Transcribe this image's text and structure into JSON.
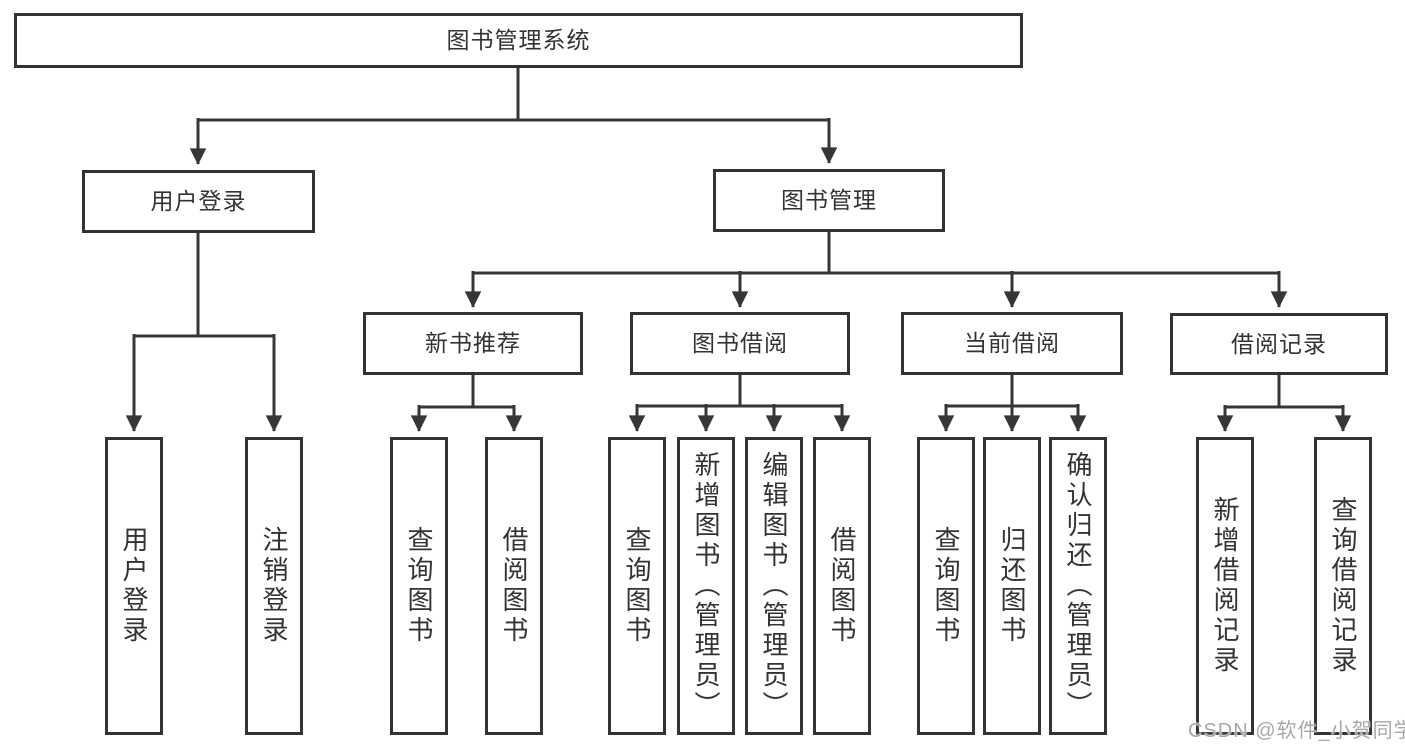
{
  "diagram": {
    "type": "hierarchy-tree",
    "root": {
      "label": "图书管理系统"
    },
    "level2": [
      {
        "label": "用户登录"
      },
      {
        "label": "图书管理"
      }
    ],
    "level3": [
      {
        "label": "新书推荐",
        "parent": "图书管理"
      },
      {
        "label": "图书借阅",
        "parent": "图书管理"
      },
      {
        "label": "当前借阅",
        "parent": "图书管理"
      },
      {
        "label": "借阅记录",
        "parent": "图书管理"
      }
    ],
    "leaves": [
      {
        "label": "用户登录",
        "parent": "用户登录"
      },
      {
        "label": "注销登录",
        "parent": "用户登录"
      },
      {
        "label": "查询图书",
        "parent": "新书推荐"
      },
      {
        "label": "借阅图书",
        "parent": "新书推荐"
      },
      {
        "label": "查询图书",
        "parent": "图书借阅"
      },
      {
        "label": "新增图书（管理员）",
        "parent": "图书借阅"
      },
      {
        "label": "编辑图书（管理员）",
        "parent": "图书借阅"
      },
      {
        "label": "借阅图书",
        "parent": "图书借阅"
      },
      {
        "label": "查询图书",
        "parent": "当前借阅"
      },
      {
        "label": "归还图书",
        "parent": "当前借阅"
      },
      {
        "label": "确认归还（管理员）",
        "parent": "当前借阅"
      },
      {
        "label": "新增借阅记录",
        "parent": "借阅记录"
      },
      {
        "label": "查询借阅记录",
        "parent": "借阅记录"
      }
    ],
    "watermark": "CSDN @软件_小贺同学",
    "colors": {
      "line": "#363636",
      "box_border": "#333333",
      "text": "#333333",
      "watermark": "#a8a8a8",
      "background": "#ffffff"
    }
  }
}
